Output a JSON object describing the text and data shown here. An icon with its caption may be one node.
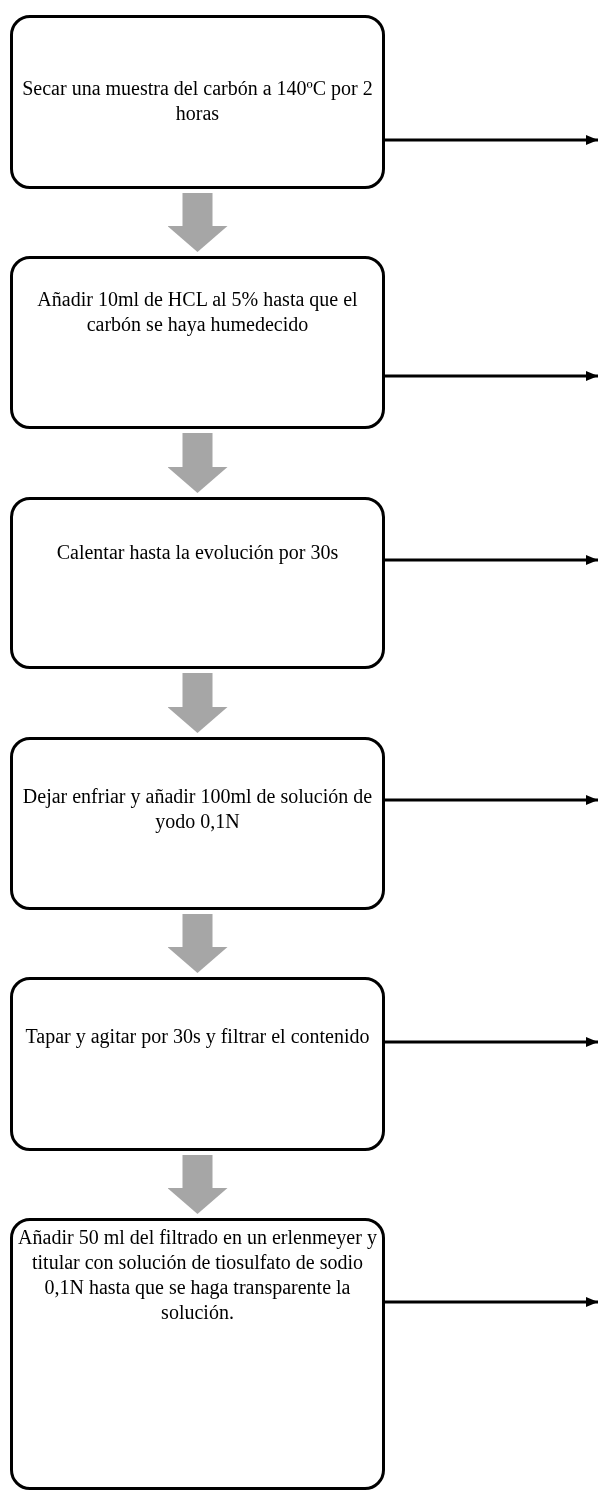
{
  "diagram": {
    "nodes": [
      {
        "text": [
          "Secar una muestra del carbón a 140ºC por 2 horas"
        ]
      },
      {
        "text": [
          "Añadir 10ml de HCL al 5% hasta que el carbón se haya humedecido"
        ]
      },
      {
        "text": [
          "Calentar hasta la evolución por 30s"
        ]
      },
      {
        "text": [
          "Dejar enfriar y añadir 100ml de solución de yodo 0,1N"
        ]
      },
      {
        "text": [
          "Tapar y agitar por 30s y filtrar el contenido"
        ]
      },
      {
        "text": [
          "Añadir 50 ml del filtrado en un erlenmeyer y titular con solución de tiosulfato de sodio 0,1N hasta que se haga transparente la solución."
        ]
      }
    ],
    "edges": [
      {
        "from": 0,
        "to": 1,
        "arrow": "to",
        "style": "thick",
        "color": "#a6a6a6"
      },
      {
        "from": 1,
        "to": 2,
        "arrow": "to",
        "style": "thick",
        "color": "#a6a6a6"
      },
      {
        "from": 2,
        "to": 3,
        "arrow": "to",
        "style": "thick",
        "color": "#a6a6a6"
      },
      {
        "from": 3,
        "to": 4,
        "arrow": "to",
        "style": "thick",
        "color": "#a6a6a6"
      },
      {
        "from": 4,
        "to": 5,
        "arrow": "to",
        "style": "thick",
        "color": "#a6a6a6"
      },
      {
        "from": 0,
        "to": null,
        "arrow": "to"
      },
      {
        "from": 1,
        "to": null,
        "arrow": "to"
      },
      {
        "from": 2,
        "to": null,
        "arrow": "to"
      },
      {
        "from": 3,
        "to": null,
        "arrow": "to"
      },
      {
        "from": 4,
        "to": null,
        "arrow": "to"
      },
      {
        "from": 5,
        "to": null,
        "arrow": "to"
      }
    ]
  }
}
